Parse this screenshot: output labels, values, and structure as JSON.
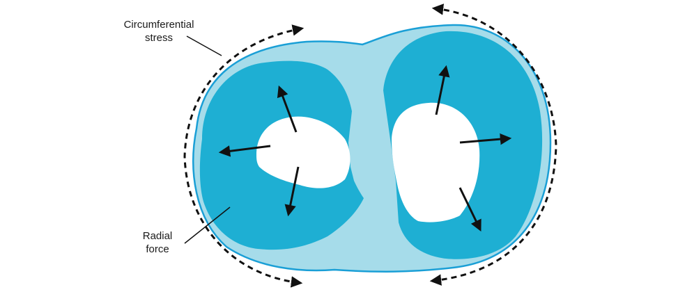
{
  "labels": {
    "circumferential": [
      "Circumferential",
      "stress"
    ],
    "radial": [
      "Radial",
      "force"
    ]
  },
  "colors": {
    "outer_tissue": "#a6dcea",
    "ventricle_wall": "#1eafd3",
    "outline": "#1a9fd6",
    "cavity": "#ffffff",
    "arrow": "#111111"
  }
}
